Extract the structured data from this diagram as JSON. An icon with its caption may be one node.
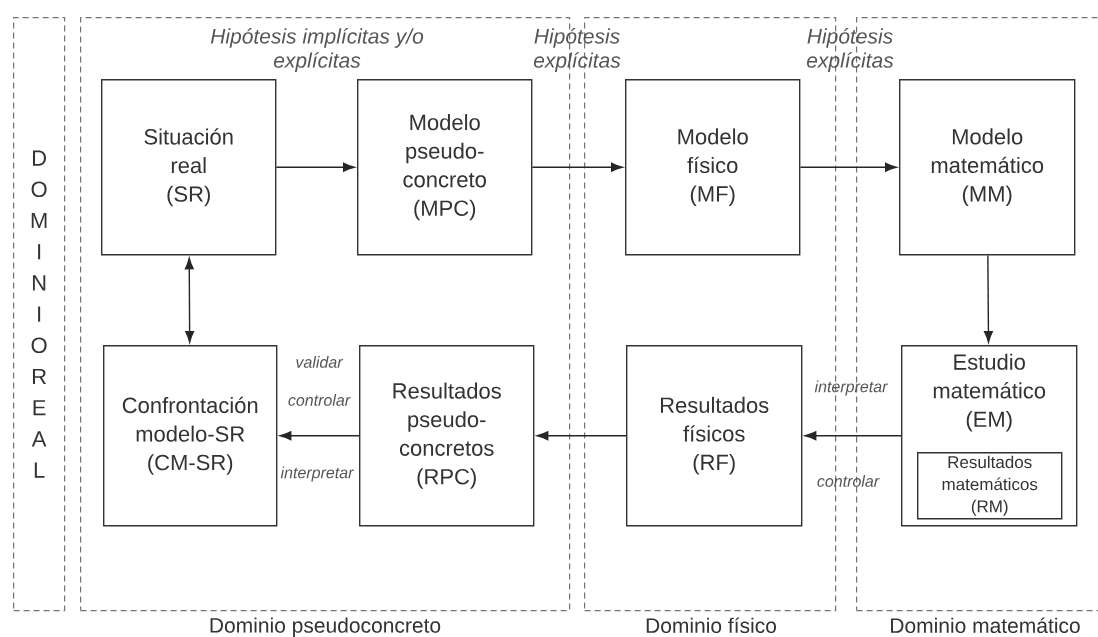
{
  "diagram": {
    "nodes": [
      {
        "text": [
          "DOMINIO REAL"
        ]
      },
      {
        "text": [
          "Dominio pseudoconcreto"
        ]
      },
      {
        "text": [
          "Dominio físico"
        ]
      },
      {
        "text": [
          "Dominio matemático"
        ]
      },
      {
        "text": [
          "Situación real",
          "(SR)"
        ],
        "in": 1
      },
      {
        "text": [
          "Modelo pseudo-concreto",
          "(MPC)"
        ],
        "in": 1
      },
      {
        "text": [
          "Modelo físico",
          "(MF)"
        ],
        "in": 2
      },
      {
        "text": [
          "Modelo matemático",
          "(MM)"
        ],
        "in": 3
      },
      {
        "text": [
          "Confrontación modelo-SR",
          "(CM-SR)"
        ],
        "in": 1
      },
      {
        "text": [
          "Resultados pseudo-concretos",
          "(RPC)"
        ],
        "in": 1
      },
      {
        "text": [
          "Resultados físicos",
          "(RF)"
        ],
        "in": 2
      },
      {
        "text": [
          "Estudio matemático",
          "(EM)"
        ],
        "in": 3
      },
      {
        "text": [
          "Resultados matemáticos",
          "(RM)"
        ],
        "in": 11
      }
    ],
    "edges": [
      {
        "from": 4,
        "to": 5,
        "arrow": "to"
      },
      {
        "from": 5,
        "to": 6,
        "arrow": "to"
      },
      {
        "from": 6,
        "to": 7,
        "arrow": "to"
      },
      {
        "from": 7,
        "to": 11,
        "arrow": "to"
      },
      {
        "from": 11,
        "to": 10,
        "arrow": "to"
      },
      {
        "from": 10,
        "to": 9,
        "arrow": "to"
      },
      {
        "from": 9,
        "to": 8,
        "arrow": "to"
      },
      {
        "from": 4,
        "to": 8,
        "arrow": "both"
      }
    ],
    "labels": [
      "Hipótesis implícitas y/o explícitas",
      "Hipótesis explícitas",
      "Hipótesis explícitas",
      "validar",
      "controlar",
      "interpretar",
      "interpretar",
      "controlar"
    ]
  }
}
